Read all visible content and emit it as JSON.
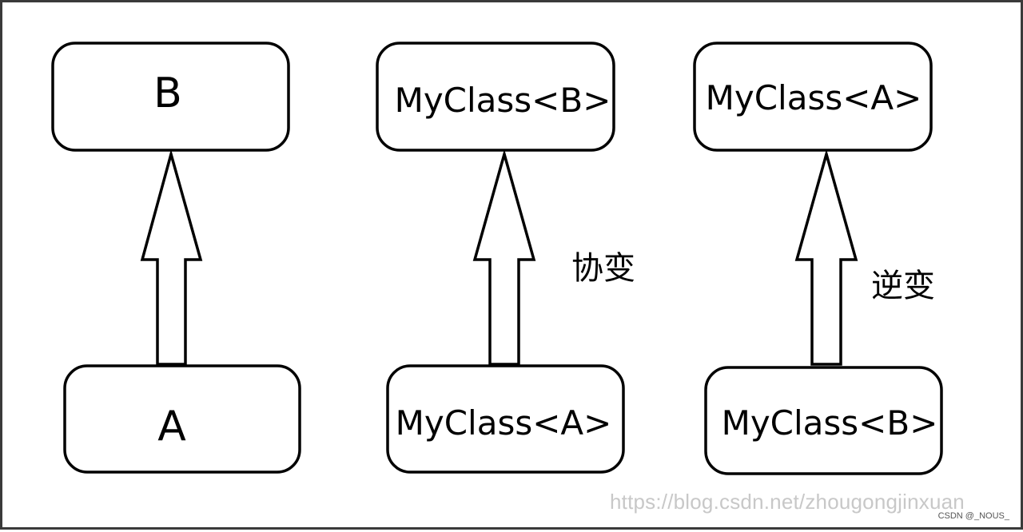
{
  "diagram": {
    "columns": [
      {
        "top": "B",
        "bottom": "A",
        "relation": ""
      },
      {
        "top": "MyClass<B>",
        "bottom": "MyClass<A>",
        "relation": "协变"
      },
      {
        "top": "MyClass<A>",
        "bottom": "MyClass<B>",
        "relation": "逆变"
      }
    ]
  },
  "watermark": "https://blog.csdn.net/zhougongjinxuan",
  "credit": "CSDN @_NOUS_"
}
